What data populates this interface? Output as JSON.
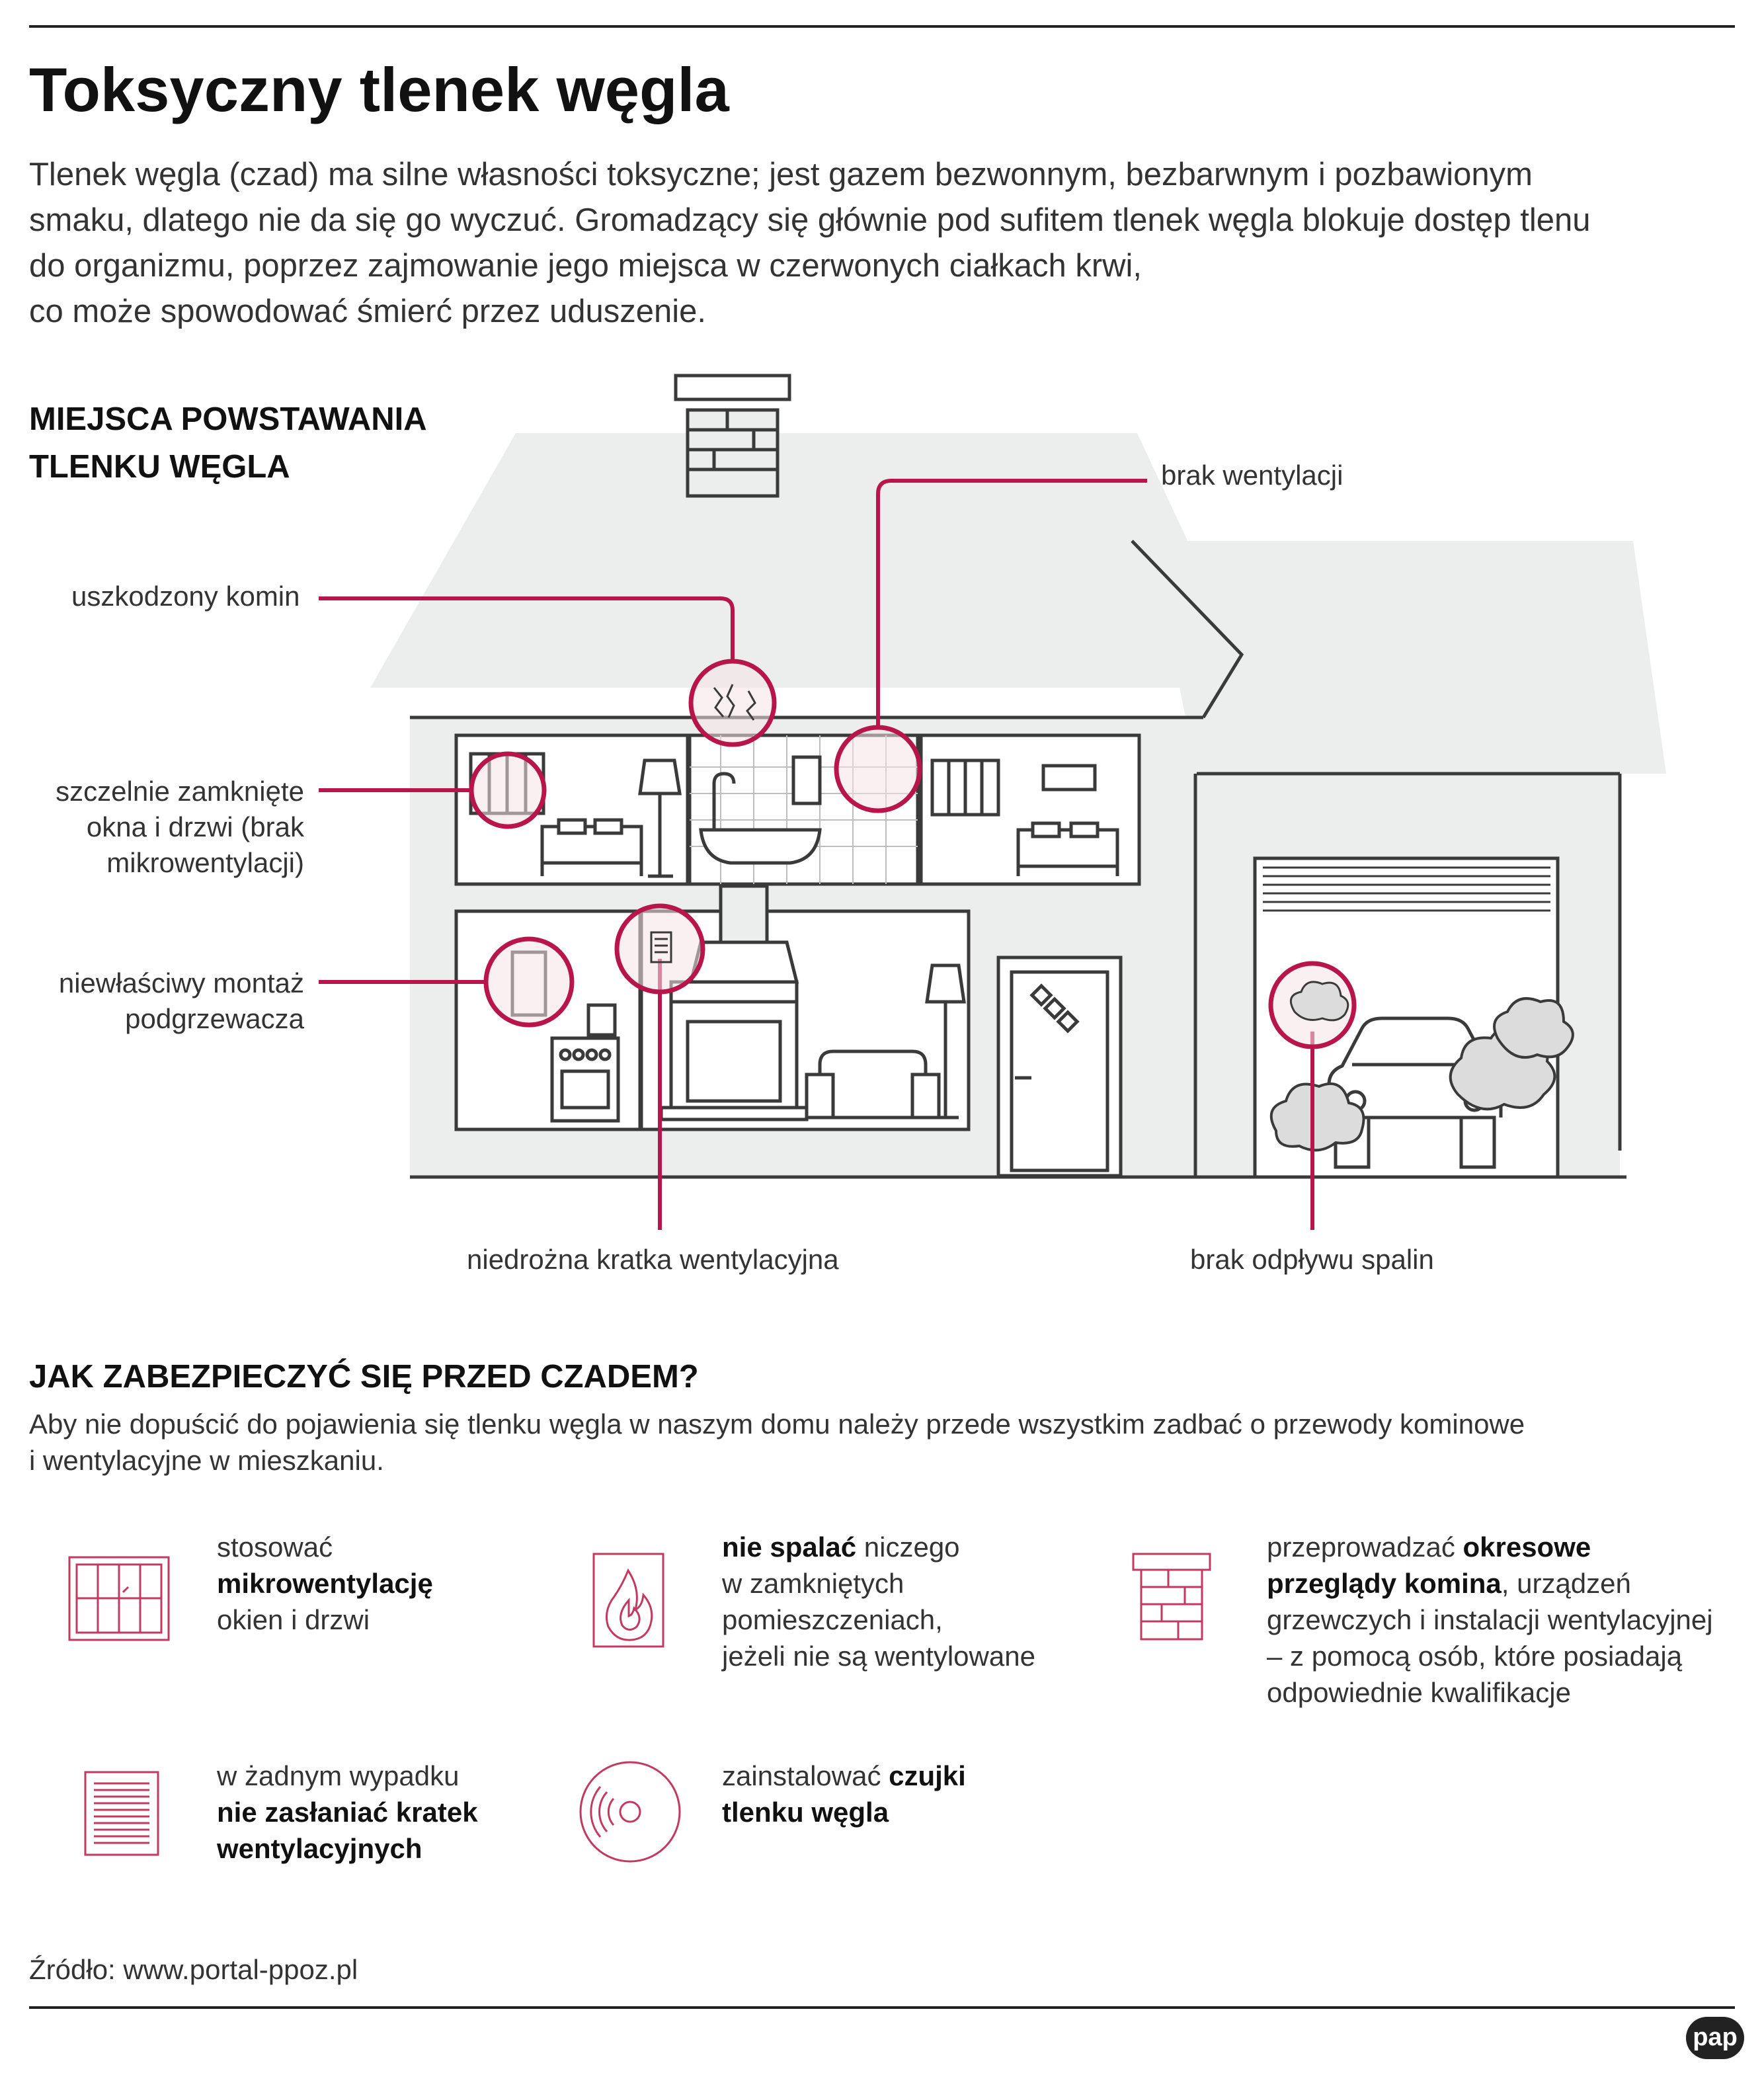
{
  "title": "Toksyczny tlenek węgla",
  "intro": [
    "Tlenek węgla (czad) ma silne własności toksyczne; jest gazem bezwonnym, bezbarwnym i pozbawionym",
    "smaku, dlatego nie da się go wyczuć. Gromadzący się głównie pod sufitem tlenek węgla blokuje dostęp tlenu",
    "do organizmu, poprzez zajmowanie jego miejsca w czerwonych ciałkach krwi,",
    "co może spowodować śmierć przez uduszenie."
  ],
  "section1": {
    "line1": "MIEJSCA POWSTAWANIA",
    "line2": "TLENKU WĘGLA"
  },
  "callouts": {
    "brak_wentylacji": "brak wentylacji",
    "uszkodzony_komin": "uszkodzony komin",
    "okna": [
      "szczelnie zamknięte",
      "okna i drzwi (brak",
      "mikrowentylacji)"
    ],
    "podgrzewacz": [
      "niewłaściwy montaż",
      "podgrzewacza"
    ],
    "kratka": "niedrożna kratka wentylacyjna",
    "spaliny": "brak odpływu spalin"
  },
  "section2": {
    "heading": "JAK ZABEZPIECZYĆ SIĘ PRZED CZADEM?",
    "body": [
      "Aby nie dopuścić do pojawienia się tlenku węgla w naszym domu należy  przede wszystkim zadbać o przewody kominowe",
      "i wentylacyjne w mieszkaniu."
    ]
  },
  "tips": {
    "t1": {
      "l1": "stosować",
      "l2b": "mikrowentylację",
      "l3": "okien i drzwi"
    },
    "t2": {
      "l1b": "nie spalać",
      "l1": " niczego",
      "l2": "w zamkniętych",
      "l3": "pomieszczeniach,",
      "l4": "jeżeli nie są wentylowane"
    },
    "t3": {
      "l1": "przeprowadzać ",
      "l1b": "okresowe",
      "l2b": "przeglądy komina",
      "l2": ", urządzeń",
      "l3": "grzewczych i instalacji wentylacyjnej",
      "l4": "– z pomocą osób, które posiadają",
      "l5": "odpowiednie kwalifikacje"
    },
    "t4": {
      "l1": "w żadnym wypadku",
      "l2b": "nie zasłaniać kratek",
      "l3b": "wentylacyjnych"
    },
    "t5": {
      "l1": "zainstalować ",
      "l1b": "czujki",
      "l2b": "tlenku węgla"
    }
  },
  "source": "Źródło: www.portal-ppoz.pl",
  "logo": "pap",
  "colors": {
    "accent": "#b8154a",
    "house": "#eceeee",
    "line": "#3a3a3a",
    "highlight": "#f6e4e8"
  }
}
